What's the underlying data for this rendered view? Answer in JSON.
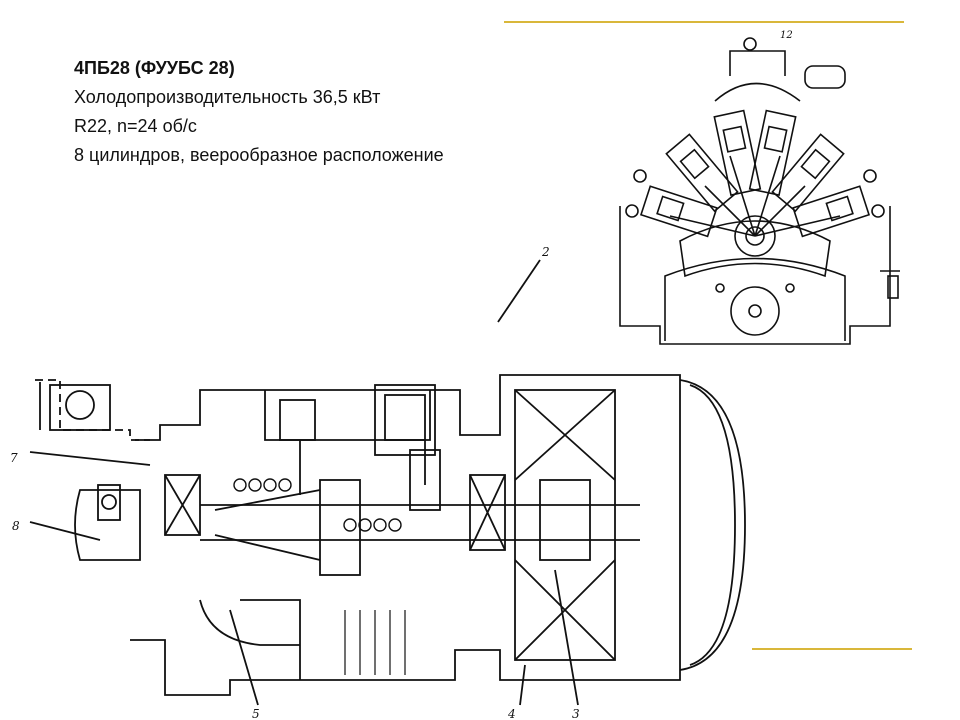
{
  "slide": {
    "title": "4ПБ28 (ФУУБС 28)",
    "lines": [
      "Холодопроизводительность 36,5 кВт",
      "R22, n=24 об/с",
      "8 цилиндров, веерообразное расположение"
    ]
  },
  "figure_top": {
    "callouts": [
      "12"
    ]
  },
  "figure_main": {
    "callouts": [
      "2",
      "7",
      "8",
      "5",
      "4",
      "3"
    ]
  },
  "colors": {
    "accent_line": "#d9b73a",
    "ink": "#111111",
    "background": "#ffffff"
  }
}
